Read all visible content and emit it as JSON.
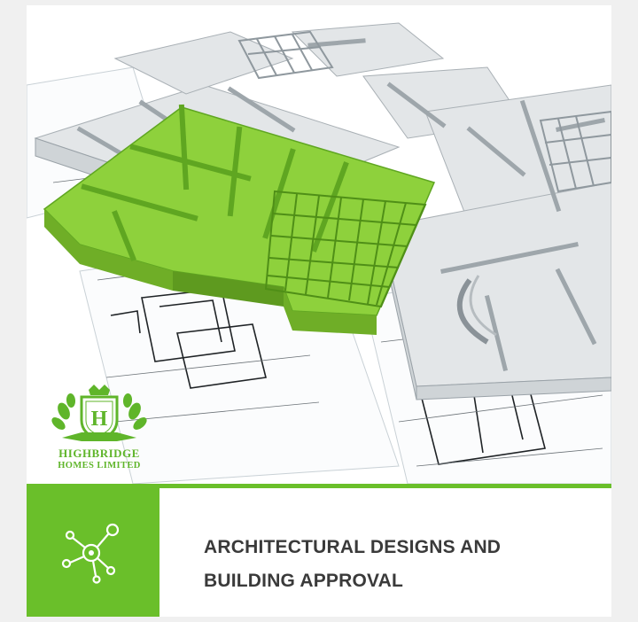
{
  "hero": {
    "image_subject": "3D architectural floor plan with green highlighted section over blueprints",
    "logo": {
      "monogram": "H",
      "name": "HIGHBRIDGE",
      "subtitle": "HOMES LIMITED"
    }
  },
  "feature": {
    "icon": "network-nodes-icon",
    "title": "ARCHITECTURAL DESIGNS AND BUILDING APPROVAL"
  },
  "colors": {
    "accent": "#6abf2a",
    "title_text": "#3a3a3a",
    "background": "#f0f0f0",
    "card": "#ffffff"
  }
}
